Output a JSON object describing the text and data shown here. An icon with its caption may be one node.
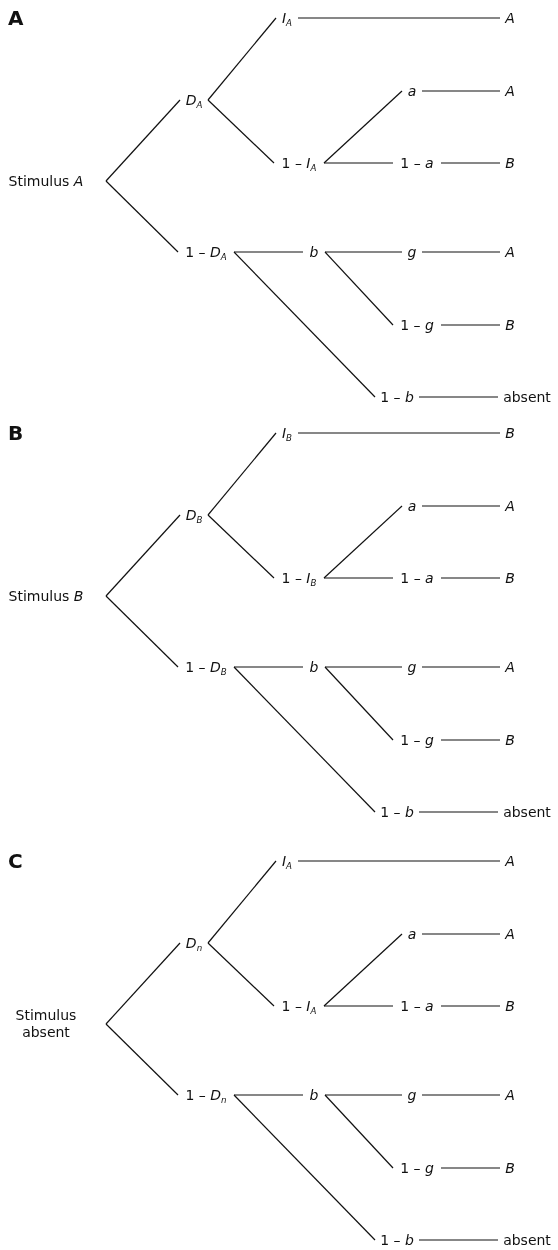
{
  "diagram": {
    "nodes": [
      {
        "text": [
          "Stimulus *A*"
        ]
      },
      {
        "text": [
          "D$_{A}$"
        ]
      },
      {
        "text": [
          "I$_{A}$"
        ]
      },
      {
        "text": [
          "A"
        ]
      },
      {
        "text": [
          "1 – *I*$_{A}$"
        ]
      },
      {
        "text": [
          "a"
        ]
      },
      {
        "text": [
          "A"
        ]
      },
      {
        "text": [
          "1 – *a*"
        ]
      },
      {
        "text": [
          "B"
        ]
      },
      {
        "text": [
          "1 – *D*$_{A}$"
        ]
      },
      {
        "text": [
          "b"
        ]
      },
      {
        "text": [
          "g"
        ]
      },
      {
        "text": [
          "A"
        ]
      },
      {
        "text": [
          "1 – *g*"
        ]
      },
      {
        "text": [
          "B"
        ]
      },
      {
        "text": [
          "1 – *b*"
        ]
      },
      {
        "text": [
          "absent"
        ]
      },
      {
        "text": [
          "Stimulus *B*"
        ]
      },
      {
        "text": [
          "D$_{B}$"
        ]
      },
      {
        "text": [
          "I$_{B}$"
        ]
      },
      {
        "text": [
          "B"
        ]
      },
      {
        "text": [
          "1 – *I*$_{B}$"
        ]
      },
      {
        "text": [
          "a"
        ]
      },
      {
        "text": [
          "A"
        ]
      },
      {
        "text": [
          "1 – *a*"
        ]
      },
      {
        "text": [
          "B"
        ]
      },
      {
        "text": [
          "1 – *D*$_{B}$"
        ]
      },
      {
        "text": [
          "b"
        ]
      },
      {
        "text": [
          "g"
        ]
      },
      {
        "text": [
          "A"
        ]
      },
      {
        "text": [
          "1 – *g*"
        ]
      },
      {
        "text": [
          "B"
        ]
      },
      {
        "text": [
          "1 – *b*"
        ]
      },
      {
        "text": [
          "absent"
        ]
      },
      {
        "text": [
          "Stimulus absent"
        ]
      },
      {
        "text": [
          "D$_{n}$"
        ]
      },
      {
        "text": [
          "I$_{A}$"
        ]
      },
      {
        "text": [
          "A"
        ]
      },
      {
        "text": [
          "1 – *I*$_{A}$"
        ]
      },
      {
        "text": [
          "a"
        ]
      },
      {
        "text": [
          "A"
        ]
      },
      {
        "text": [
          "1 – *a*"
        ]
      },
      {
        "text": [
          "B"
        ]
      },
      {
        "text": [
          "1 – *D*$_{n}$"
        ]
      },
      {
        "text": [
          "b"
        ]
      },
      {
        "text": [
          "g"
        ]
      },
      {
        "text": [
          "A"
        ]
      },
      {
        "text": [
          "1 – *g*"
        ]
      },
      {
        "text": [
          "B"
        ]
      },
      {
        "text": [
          "1 – *b*"
        ]
      },
      {
        "text": [
          "absent"
        ]
      }
    ],
    "edges": [
      {
        "from": 0,
        "to": 1,
        "arrow": "none"
      },
      {
        "from": 1,
        "to": 2,
        "arrow": "none"
      },
      {
        "from": 2,
        "to": 3,
        "arrow": "none"
      },
      {
        "from": 1,
        "to": 4,
        "arrow": "none"
      },
      {
        "from": 4,
        "to": 5,
        "arrow": "none"
      },
      {
        "from": 5,
        "to": 6,
        "arrow": "none"
      },
      {
        "from": 4,
        "to": 7,
        "arrow": "none"
      },
      {
        "from": 7,
        "to": 8,
        "arrow": "none"
      },
      {
        "from": 0,
        "to": 9,
        "arrow": "none"
      },
      {
        "from": 9,
        "to": 10,
        "arrow": "none"
      },
      {
        "from": 10,
        "to": 11,
        "arrow": "none"
      },
      {
        "from": 11,
        "to": 12,
        "arrow": "none"
      },
      {
        "from": 10,
        "to": 13,
        "arrow": "none"
      },
      {
        "from": 13,
        "to": 14,
        "arrow": "none"
      },
      {
        "from": 9,
        "to": 15,
        "arrow": "none"
      },
      {
        "from": 15,
        "to": 16,
        "arrow": "none"
      },
      {
        "from": 17,
        "to": 18,
        "arrow": "none"
      },
      {
        "from": 18,
        "to": 19,
        "arrow": "none"
      },
      {
        "from": 19,
        "to": 20,
        "arrow": "none"
      },
      {
        "from": 18,
        "to": 21,
        "arrow": "none"
      },
      {
        "from": 21,
        "to": 22,
        "arrow": "none"
      },
      {
        "from": 22,
        "to": 23,
        "arrow": "none"
      },
      {
        "from": 21,
        "to": 24,
        "arrow": "none"
      },
      {
        "from": 24,
        "to": 25,
        "arrow": "none"
      },
      {
        "from": 17,
        "to": 26,
        "arrow": "none"
      },
      {
        "from": 26,
        "to": 27,
        "arrow": "none"
      },
      {
        "from": 27,
        "to": 28,
        "arrow": "none"
      },
      {
        "from": 28,
        "to": 29,
        "arrow": "none"
      },
      {
        "from": 27,
        "to": 30,
        "arrow": "none"
      },
      {
        "from": 30,
        "to": 31,
        "arrow": "none"
      },
      {
        "from": 26,
        "to": 32,
        "arrow": "none"
      },
      {
        "from": 32,
        "to": 33,
        "arrow": "none"
      },
      {
        "from": 34,
        "to": 35,
        "arrow": "none"
      },
      {
        "from": 35,
        "to": 36,
        "arrow": "none"
      },
      {
        "from": 36,
        "to": 37,
        "arrow": "none"
      },
      {
        "from": 35,
        "to": 38,
        "arrow": "none"
      },
      {
        "from": 38,
        "to": 39,
        "arrow": "none"
      },
      {
        "from": 39,
        "to": 40,
        "arrow": "none"
      },
      {
        "from": 38,
        "to": 41,
        "arrow": "none"
      },
      {
        "from": 41,
        "to": 42,
        "arrow": "none"
      },
      {
        "from": 34,
        "to": 43,
        "arrow": "none"
      },
      {
        "from": 43,
        "to": 44,
        "arrow": "none"
      },
      {
        "from": 44,
        "to": 45,
        "arrow": "none"
      },
      {
        "from": 45,
        "to": 46,
        "arrow": "none"
      },
      {
        "from": 44,
        "to": 47,
        "arrow": "none"
      },
      {
        "from": 47,
        "to": 48,
        "arrow": "none"
      },
      {
        "from": 43,
        "to": 49,
        "arrow": "none"
      },
      {
        "from": 49,
        "to": 50,
        "arrow": "none"
      }
    ],
    "labels": [
      "A",
      "B",
      "C"
    ]
  }
}
